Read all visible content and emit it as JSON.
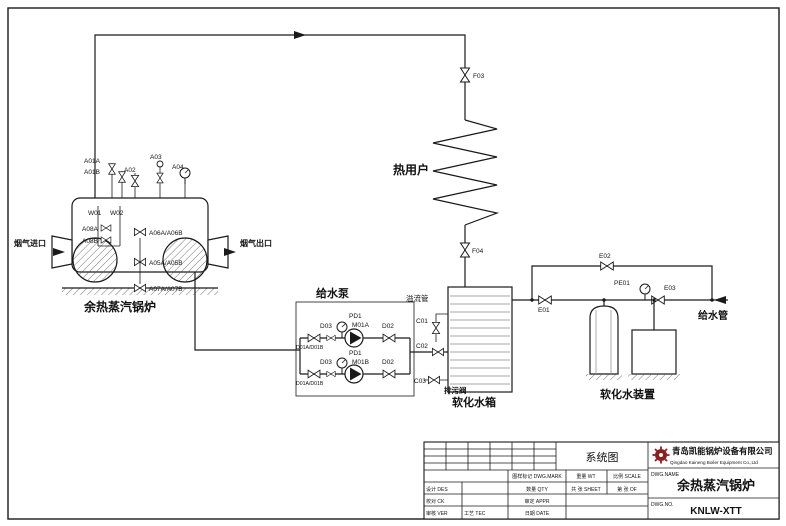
{
  "colors": {
    "line": "#1a1a1a",
    "background": "#ffffff",
    "logo": "#8b2020"
  },
  "labels": {
    "flue_in": "烟气进口",
    "flue_out": "烟气出口",
    "boiler": "余热蒸汽锅炉",
    "heat_user": "热用户",
    "feed_pump": "给水泵",
    "overflow_pipe": "溢流管",
    "blowdown_valve": "排污阀",
    "soft_water_tank": "软化水箱",
    "softener_unit": "软化水装置",
    "feed_pipe": "给水管"
  },
  "tags": {
    "A01A": "A01A",
    "A01B": "A01B",
    "A02": "A02",
    "A03": "A03",
    "A04": "A04",
    "W01": "W01",
    "W02": "W02",
    "A08A": "A08A",
    "A08B": "A08B",
    "A06": "A06A/A06B",
    "A05": "A05A/A05B",
    "A07": "A07A/A07B",
    "F03": "F03",
    "F04": "F04",
    "C01": "C01",
    "C02": "C02",
    "C03": "C03",
    "D01": "D01A/D01B",
    "D03": "D03",
    "D02": "D02",
    "M01A": "M01A",
    "M01B": "M01B",
    "PD1": "PD1",
    "E01": "E01",
    "E02": "E02",
    "E03": "E03",
    "PE01": "PE01"
  },
  "titleblock": {
    "diagram_title": "系统图",
    "company_cn": "青岛凯能锅炉设备有限公司",
    "company_en": "Qingdao Kaineng Boiler Equipment Co.,Ltd",
    "dwg_name_label": "DWG.NAME",
    "dwg_name": "余热蒸汽锅炉",
    "dwg_no_label": "DWG.NO.",
    "dwg_no": "KNLW-XTT",
    "fields": [
      "图样标记 DWG.MARK",
      "重量 WT",
      "比例 SCALE",
      "设计 DES",
      "校对 CK",
      "审核 VER",
      "工艺 TEC",
      "审定 APPR",
      "日期 DATE",
      "数量 QTY",
      "共 张 SHEET",
      "第 张 OF"
    ]
  }
}
